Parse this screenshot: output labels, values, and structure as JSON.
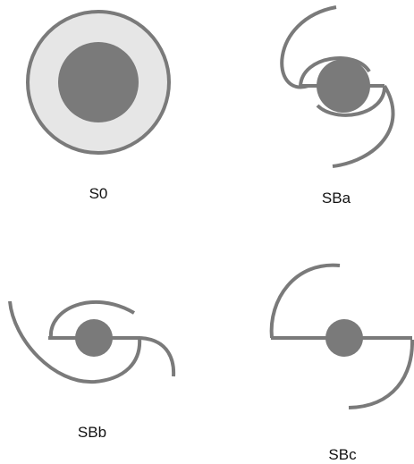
{
  "colors": {
    "background": "#ffffff",
    "stroke": "#7a7a7a",
    "bulge": "#7a7a7a",
    "halo": "#e6e6e6",
    "label_text": "#111111"
  },
  "galaxies": [
    {
      "label": "S0"
    },
    {
      "label": "SBa"
    },
    {
      "label": "SBb"
    },
    {
      "label": "SBc"
    }
  ]
}
